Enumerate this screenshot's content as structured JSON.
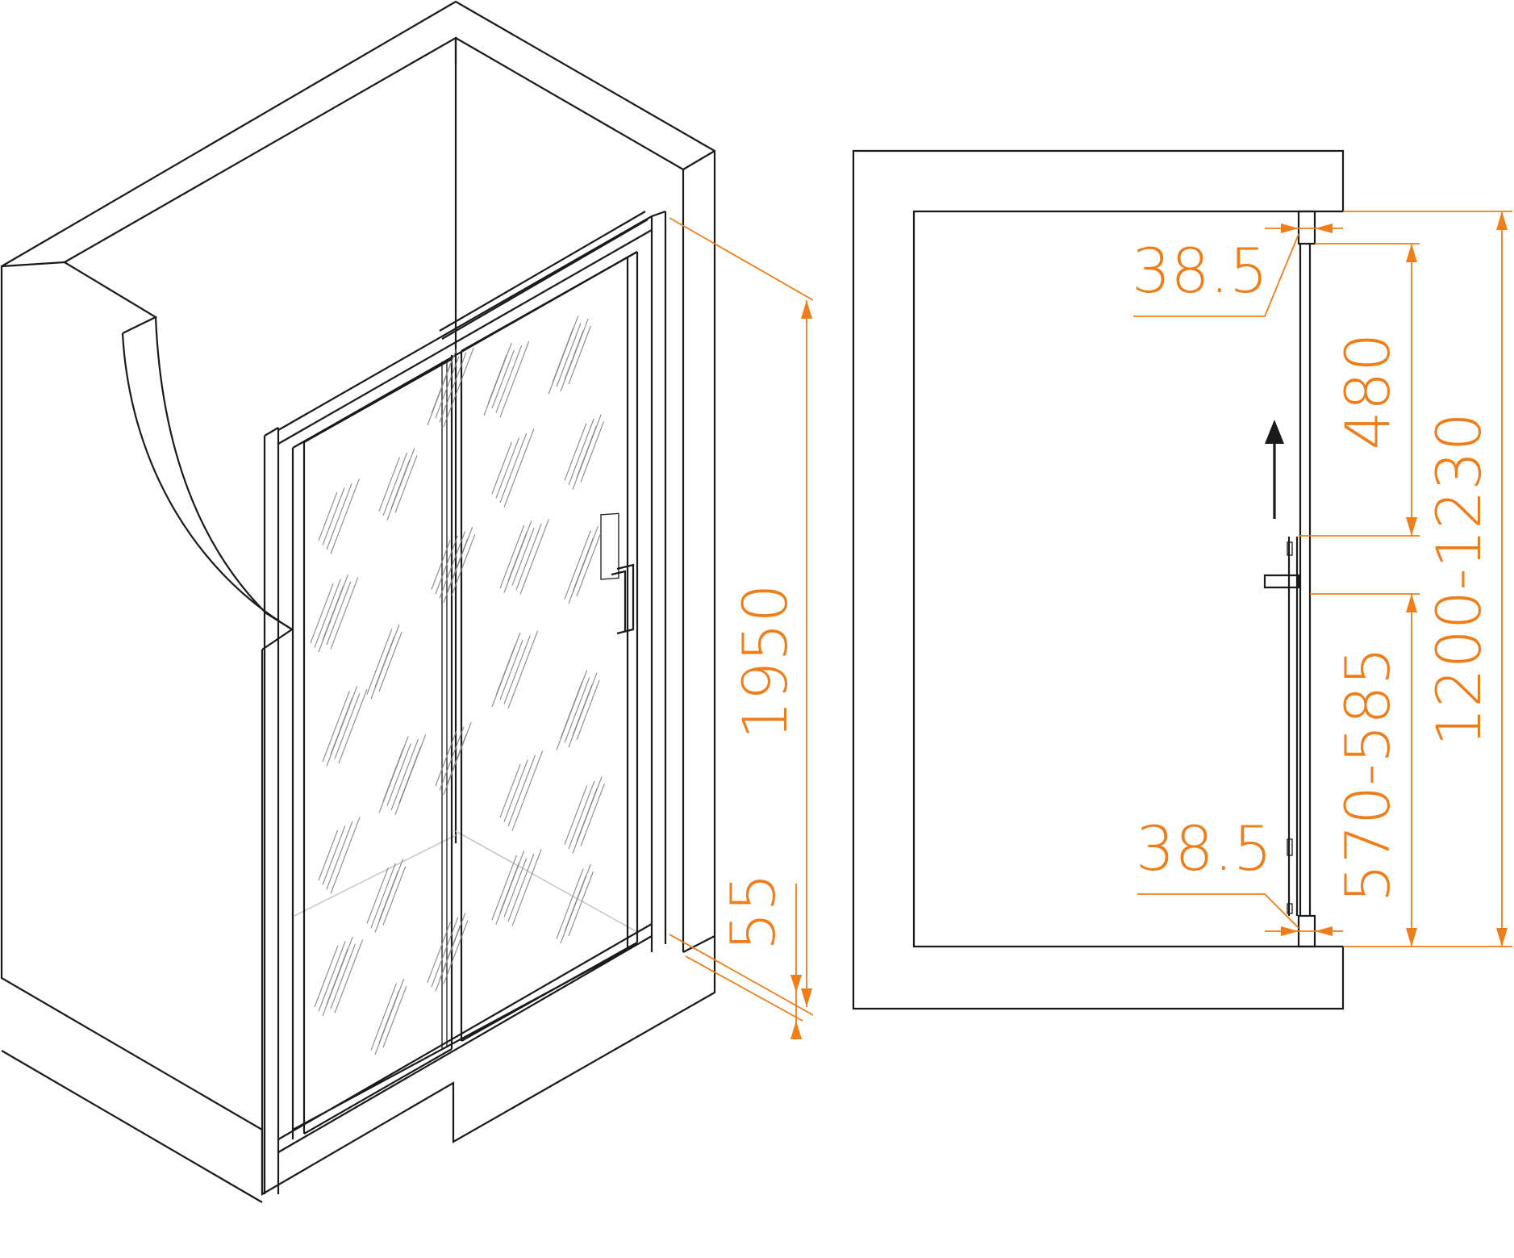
{
  "dimensions": {
    "height_total": "1950",
    "tray_height": "55",
    "profile_top": "38.5",
    "opening": "480",
    "fixed_panel": "570-585",
    "profile_bottom": "38.5",
    "width_range": "1200-1230"
  },
  "colors": {
    "line": "#1a1a1a",
    "dimension": "#ef7d1a",
    "background": "#ffffff"
  }
}
